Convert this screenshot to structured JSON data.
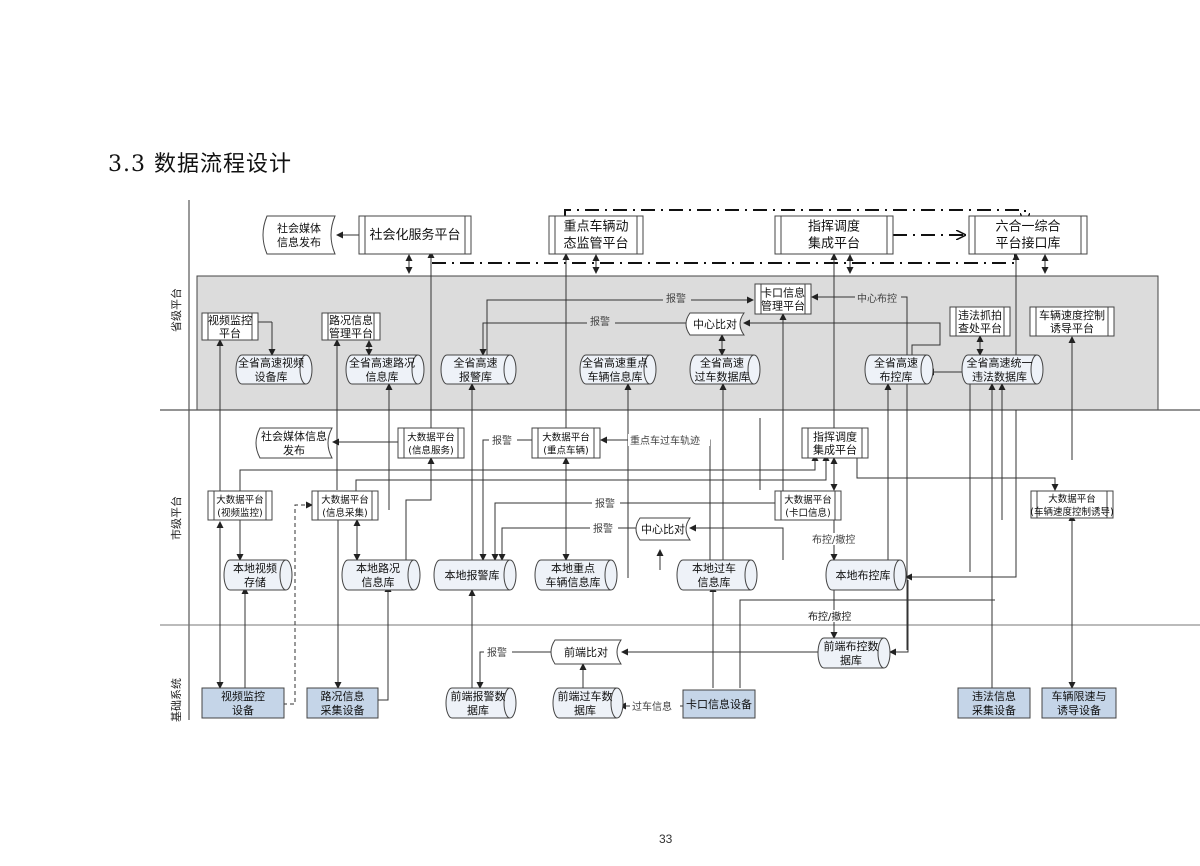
{
  "section_title": "3.3 数据流程设计",
  "page_number": "33",
  "tiers": {
    "province": "省级平台",
    "city": "市级平台",
    "base": "基础系统"
  },
  "top_platforms": {
    "social_media_release": [
      "社会媒体",
      "信息发布"
    ],
    "social_service_platform": [
      "社会化服务平台"
    ],
    "key_vehicle_platform": [
      "重点车辆动",
      "态监管平台"
    ],
    "command_platform": [
      "指挥调度",
      "集成平台"
    ],
    "six_in_one": [
      "六合一综合",
      "平台接口库"
    ]
  },
  "province": {
    "video_platform": [
      "视频监控",
      "平台"
    ],
    "road_platform": [
      "路况信息",
      "管理平台"
    ],
    "checkpoint_platform": [
      "卡口信息",
      "管理平台"
    ],
    "center_compare": [
      "中心比对"
    ],
    "violation_platform": [
      "违法抓拍",
      "查处平台"
    ],
    "speed_platform": [
      "车辆速度控制",
      "诱导平台"
    ],
    "video_db": [
      "全省高速视频",
      "设备库"
    ],
    "road_db": [
      "全省高速路况",
      "信息库"
    ],
    "alarm_db": [
      "全省高速",
      "报警库"
    ],
    "key_vehicle_db": [
      "全省高速重点",
      "车辆信息库"
    ],
    "pass_db": [
      "全省高速",
      "过车数据库"
    ],
    "control_db": [
      "全省高速",
      "布控库"
    ],
    "violation_db": [
      "全省高速统一",
      "违法数据库"
    ]
  },
  "city": {
    "social_media_release": [
      "社会媒体信息",
      "发布"
    ],
    "bigdata_info_service": [
      "大数据平台",
      "(信息服务)"
    ],
    "bigdata_key_vehicle": [
      "大数据平台",
      "(重点车辆)"
    ],
    "command_platform": [
      "指挥调度",
      "集成平台"
    ],
    "bigdata_video": [
      "大数据平台",
      "(视频监控)"
    ],
    "bigdata_info_collect": [
      "大数据平台",
      "(信息采集)"
    ],
    "bigdata_checkpoint": [
      "大数据平台",
      "(卡口信息)"
    ],
    "bigdata_speed": [
      "大数据平台",
      "(车辆速度控制诱导)"
    ],
    "center_compare": [
      "中心比对"
    ],
    "local_video": [
      "本地视频",
      "存储"
    ],
    "local_road": [
      "本地路况",
      "信息库"
    ],
    "local_alarm": [
      "本地报警库"
    ],
    "local_key_vehicle": [
      "本地重点",
      "车辆信息库"
    ],
    "local_pass": [
      "本地过车",
      "信息库"
    ],
    "local_control": [
      "本地布控库"
    ]
  },
  "base": {
    "video_device": [
      "视频监控",
      "设备"
    ],
    "road_device": [
      "路况信息",
      "采集设备"
    ],
    "front_alarm_db": [
      "前端报警数",
      "据库"
    ],
    "front_compare": [
      "前端比对"
    ],
    "front_pass_db": [
      "前端过车数",
      "据库"
    ],
    "checkpoint_device": [
      "卡口信息设备"
    ],
    "front_control_db": [
      "前端布控数",
      "据库"
    ],
    "violation_device": [
      "违法信息",
      "采集设备"
    ],
    "speed_device": [
      "车辆限速与",
      "诱导设备"
    ]
  },
  "edge_labels": {
    "alarm": "报警",
    "center_control": "中心布控",
    "key_vehicle_track": "重点车过车轨迹",
    "control_release": "布控/撤控",
    "pass_info": "过车信息"
  },
  "colors": {
    "province_band": "#dcdcdc",
    "device_fill": "#c5d5e8",
    "db_fill": "#eef2f8",
    "line": "#333333"
  }
}
